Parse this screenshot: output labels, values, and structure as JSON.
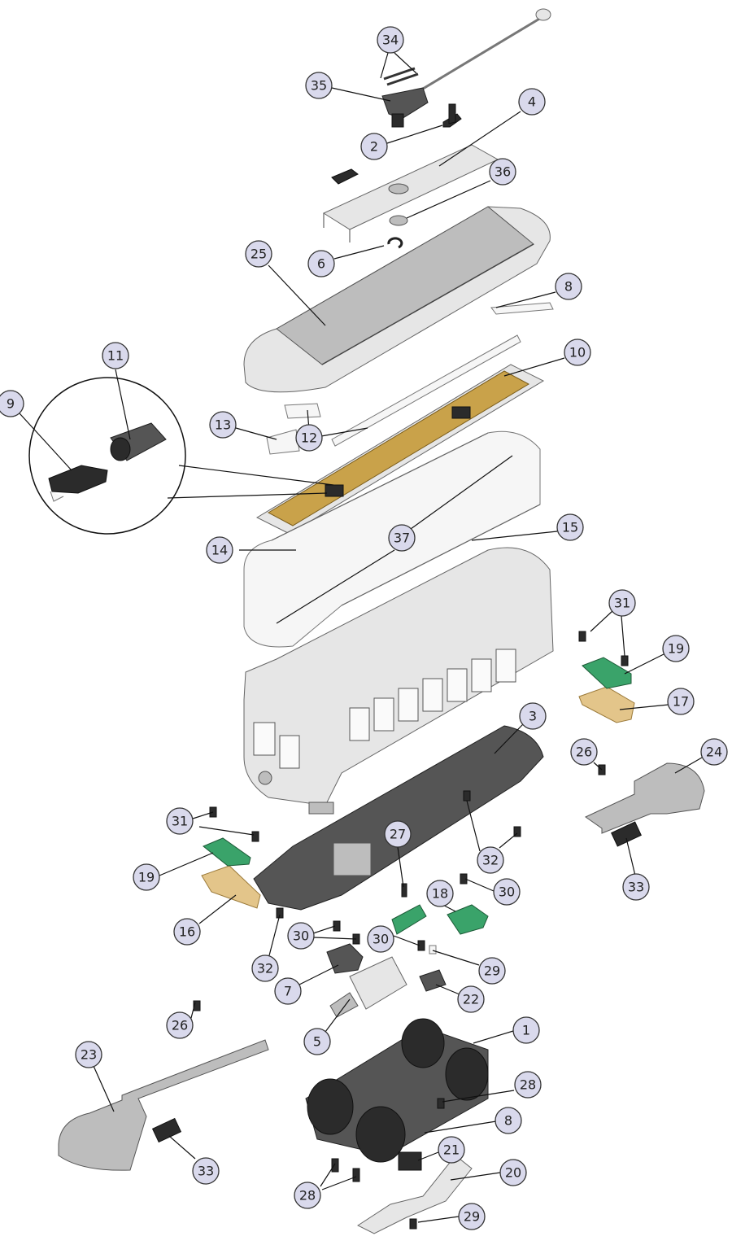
{
  "callouts": {
    "c34": "34",
    "c35": "35",
    "c2": "2",
    "c4": "4",
    "c36": "36",
    "c6": "6",
    "c25": "25",
    "c8a": "8",
    "c11": "11",
    "c9": "9",
    "c10": "10",
    "c13": "13",
    "c12": "12",
    "c14": "14",
    "c37": "37",
    "c15": "15",
    "c31a": "31",
    "c19a": "19",
    "c17": "17",
    "c3": "3",
    "c26a": "26",
    "c24": "24",
    "c31b": "31",
    "c27": "27",
    "c32a": "32",
    "c19b": "19",
    "c33a": "33",
    "c18": "18",
    "c30a": "30",
    "c16": "16",
    "c30b": "30",
    "c30c": "30",
    "c29a": "29",
    "c32b": "32",
    "c7": "7",
    "c22": "22",
    "c5": "5",
    "c26b": "26",
    "c1": "1",
    "c23": "23",
    "c28a": "28",
    "c8b": "8",
    "c21": "21",
    "c20": "20",
    "c33b": "33",
    "c28b": "28",
    "c29b": "29"
  },
  "colors": {
    "callout_fill": "#d9d9ec",
    "chassis_grey": "#555555",
    "body_grey": "#e6e6e6",
    "circuit_green": "#3aa36a",
    "weight_gold": "#c9a24a",
    "plate_tan": "#e3c58a"
  }
}
